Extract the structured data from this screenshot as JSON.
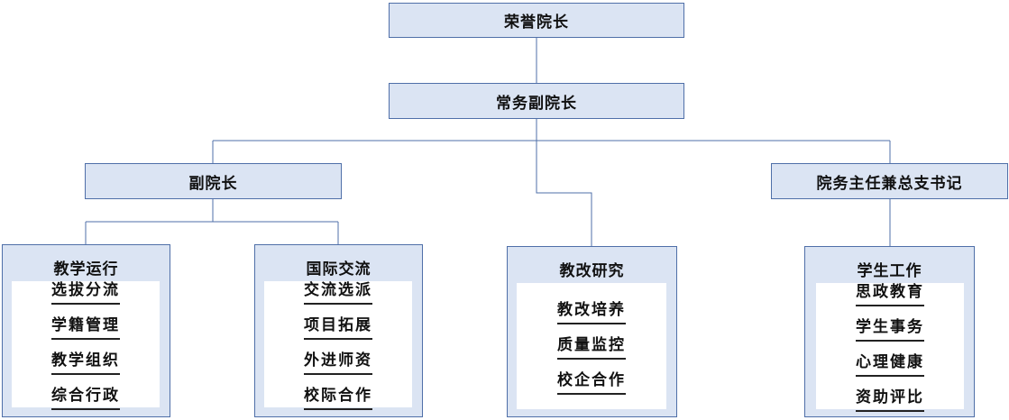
{
  "nodes": {
    "honorary_dean": "荣誉院长",
    "executive_vice_dean": "常务副院长",
    "vice_dean": "副院长",
    "office_director": "院务主任兼总支书记"
  },
  "panels": {
    "teaching": {
      "title": "教学运行",
      "items": [
        "选拔分流",
        "学籍管理",
        "教学组织",
        "综合行政"
      ]
    },
    "international": {
      "title": "国际交流",
      "items": [
        "交流选派",
        "项目拓展",
        "外进师资",
        "校际合作"
      ]
    },
    "reform": {
      "title": "教改研究",
      "items": [
        "教改培养",
        "质量监控",
        "校企合作"
      ]
    },
    "students": {
      "title": "学生工作",
      "items": [
        "思政教育",
        "学生事务",
        "心理健康",
        "资助评比"
      ]
    }
  },
  "colors": {
    "box_fill": "#dbe4f3",
    "box_border": "#4f6fa8",
    "connector": "#4f6fa8"
  }
}
